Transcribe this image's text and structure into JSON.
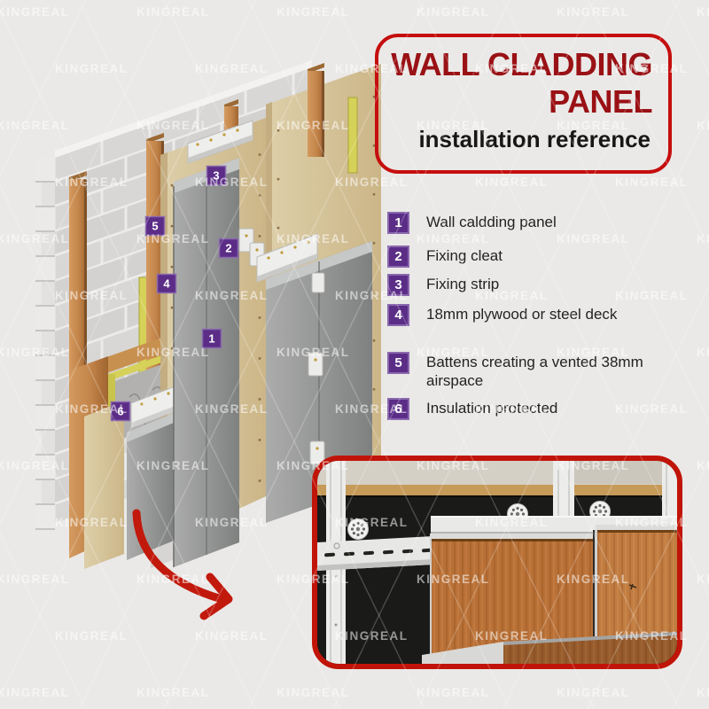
{
  "watermark": {
    "text": "KINGREAL"
  },
  "title_box": {
    "line1": "WALL CLADDING",
    "line2": "PANEL",
    "subtitle": "installation reference"
  },
  "legend": {
    "items": [
      {
        "num": "1",
        "label": "Wall caldding panel"
      },
      {
        "num": "2",
        "label": "Fixing cleat"
      },
      {
        "num": "3",
        "label": "Fixing strip"
      },
      {
        "num": "4",
        "label": "18mm plywood or steel deck"
      },
      {
        "num": "5",
        "label": "Battens creating a vented 38mm airspace"
      },
      {
        "num": "6",
        "label": "Insulation protected"
      }
    ]
  },
  "diagram": {
    "markers": [
      "1",
      "2",
      "3",
      "4",
      "5",
      "6"
    ]
  },
  "colors": {
    "background": "#eae9e7",
    "frame_red": "#c50e0e",
    "title_red": "#9a1115",
    "arrow_red": "#c2190d",
    "marker_purple": "#5b2d87"
  }
}
